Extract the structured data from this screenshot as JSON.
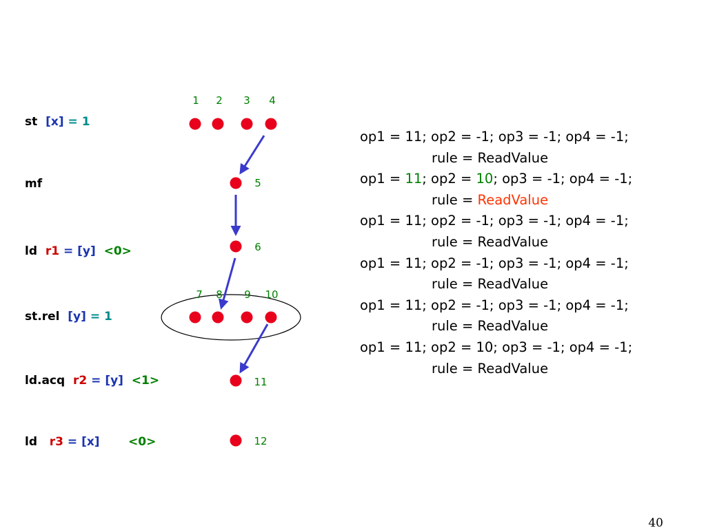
{
  "instructions": [
    {
      "parts": [
        {
          "t": "st  ",
          "c": "black"
        },
        {
          "t": "[x]",
          "c": "blue"
        },
        {
          "t": " = 1",
          "c": "teal"
        }
      ]
    },
    {
      "parts": [
        {
          "t": "mf",
          "c": "black"
        }
      ]
    },
    {
      "parts": [
        {
          "t": "ld  ",
          "c": "black"
        },
        {
          "t": "r1",
          "c": "red"
        },
        {
          "t": " = [y]  ",
          "c": "blue"
        },
        {
          "t": "<0>",
          "c": "green"
        }
      ]
    },
    {
      "parts": [
        {
          "t": "st.rel  ",
          "c": "black"
        },
        {
          "t": "[y]",
          "c": "blue"
        },
        {
          "t": " = 1",
          "c": "teal"
        }
      ]
    },
    {
      "parts": [
        {
          "t": "ld.acq  ",
          "c": "black"
        },
        {
          "t": "r2",
          "c": "red"
        },
        {
          "t": " = [y]  ",
          "c": "blue"
        },
        {
          "t": "<1>",
          "c": "green"
        }
      ]
    },
    {
      "parts": [
        {
          "t": "ld   ",
          "c": "black"
        },
        {
          "t": "r3",
          "c": "red"
        },
        {
          "t": " = [x]       ",
          "c": "blue"
        },
        {
          "t": "<0>",
          "c": "green"
        }
      ]
    }
  ],
  "node_labels": [
    "1",
    "2",
    "3",
    "4",
    "5",
    "6",
    "7",
    "8",
    "9",
    "10",
    "11",
    "12"
  ],
  "colors": {
    "node": "#e8001c",
    "edge": "#3a3acc",
    "label": "#008000",
    "highlight_green": "#008000",
    "highlight_red": "#ff3300"
  },
  "rules": [
    {
      "l1": [
        {
          "t": "op1 = 11; op2 = -1; op3 = -1; op4 = -1;"
        }
      ],
      "l2": [
        {
          "t": "rule = ReadValue"
        }
      ]
    },
    {
      "l1": [
        {
          "t": "op1 = "
        },
        {
          "t": "11",
          "c": "green"
        },
        {
          "t": "; op2 = "
        },
        {
          "t": "10",
          "c": "green"
        },
        {
          "t": "; op3 = -1; op4 = -1;"
        }
      ],
      "l2": [
        {
          "t": "rule = "
        },
        {
          "t": "ReadValue",
          "c": "red"
        }
      ]
    },
    {
      "l1": [
        {
          "t": "op1 = 11; op2 = -1; op3 = -1; op4 = -1;"
        }
      ],
      "l2": [
        {
          "t": "rule = ReadValue"
        }
      ]
    },
    {
      "l1": [
        {
          "t": "op1 = 11; op2 = -1; op3 = -1; op4 = -1;"
        }
      ],
      "l2": [
        {
          "t": "rule = ReadValue"
        }
      ]
    },
    {
      "l1": [
        {
          "t": "op1 = 11; op2 = -1; op3 = -1; op4 = -1;"
        }
      ],
      "l2": [
        {
          "t": "rule = ReadValue"
        }
      ]
    },
    {
      "l1": [
        {
          "t": "op1 = 11; op2 = 10; op3 = -1; op4 = -1;"
        }
      ],
      "l2": [
        {
          "t": "rule = ReadValue"
        }
      ]
    }
  ],
  "page_number": "40"
}
